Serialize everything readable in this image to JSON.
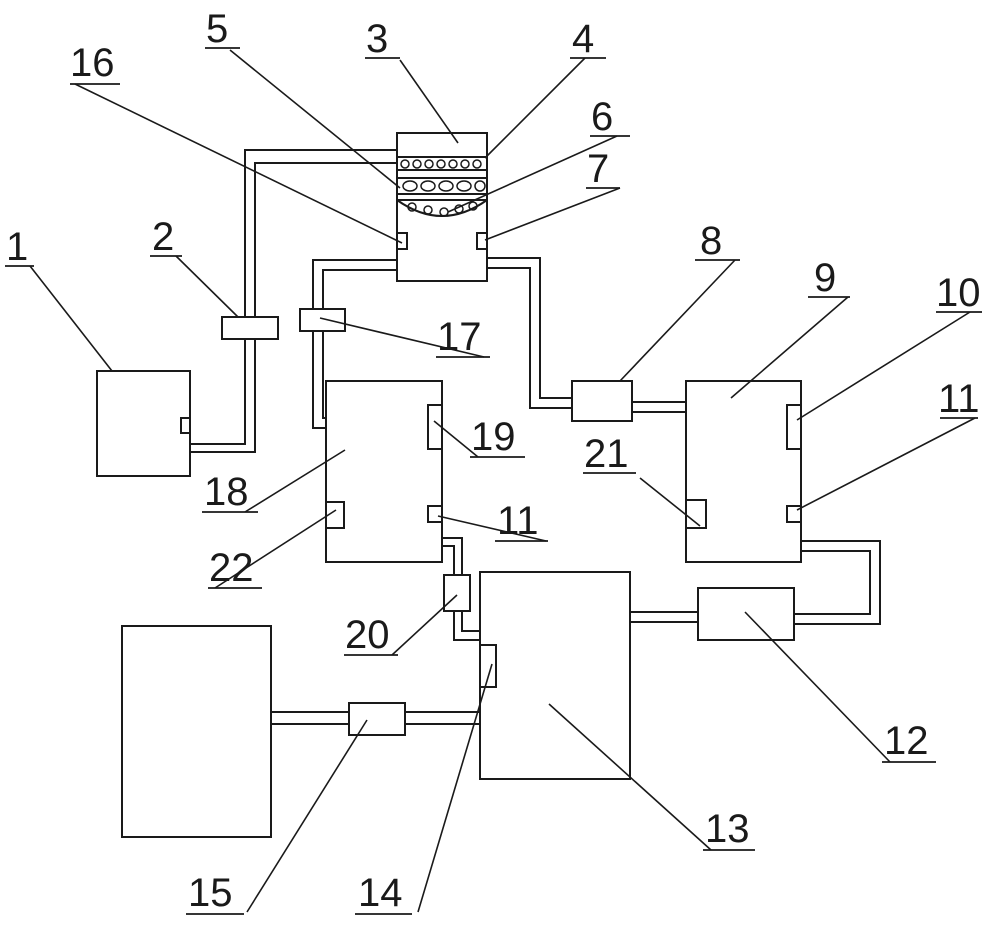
{
  "labels": {
    "n1": "1",
    "n2": "2",
    "n3": "3",
    "n4": "4",
    "n5": "5",
    "n6": "6",
    "n7": "7",
    "n8": "8",
    "n9": "9",
    "n10": "10",
    "n11a": "11",
    "n11b": "11",
    "n12": "12",
    "n13": "13",
    "n14": "14",
    "n15": "15",
    "n16": "16",
    "n17": "17",
    "n18": "18",
    "n19": "19",
    "n20": "20",
    "n21": "21",
    "n22": "22"
  },
  "colors": {
    "line": "#1a1a1a",
    "background": "#ffffff"
  }
}
